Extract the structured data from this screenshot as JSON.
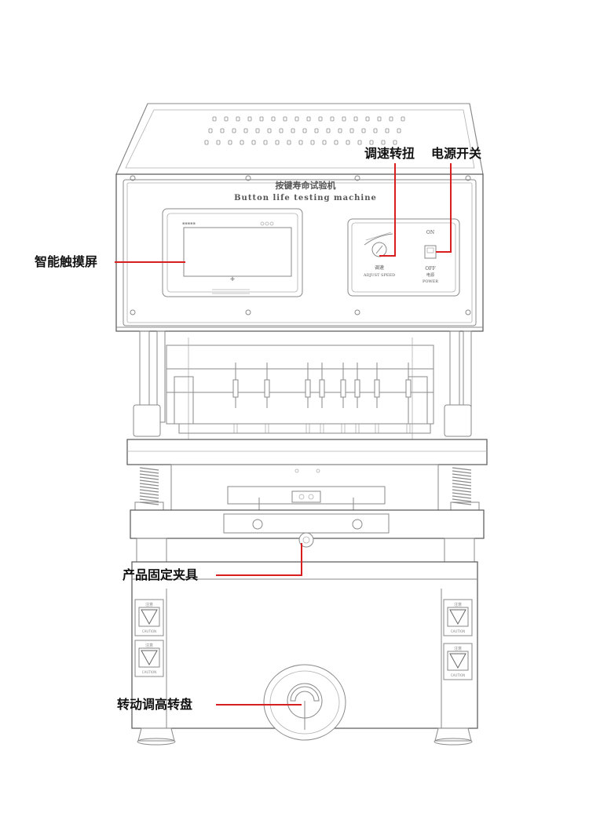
{
  "machine": {
    "title_cn": "按键寿命试验机",
    "title_en": "Button life testing machine",
    "knob_label_cn": "调速",
    "knob_label_en": "ADJUST SPEED",
    "switch_on": "ON",
    "switch_off": "OFF",
    "switch_label_cn": "电源",
    "switch_label_en": "POWER",
    "warning_title": "注意",
    "warning_text": "CAUTION"
  },
  "callouts": {
    "speed_knob": "调速转扭",
    "power_switch": "电源开关",
    "touch_screen": "智能触摸屏",
    "product_fixture": "产品固定夹具",
    "height_wheel": "转动调高转盘"
  },
  "colors": {
    "callout_line": "#d81e1e",
    "callout_text": "#111111",
    "sketch_line": "#8a8a8a"
  }
}
